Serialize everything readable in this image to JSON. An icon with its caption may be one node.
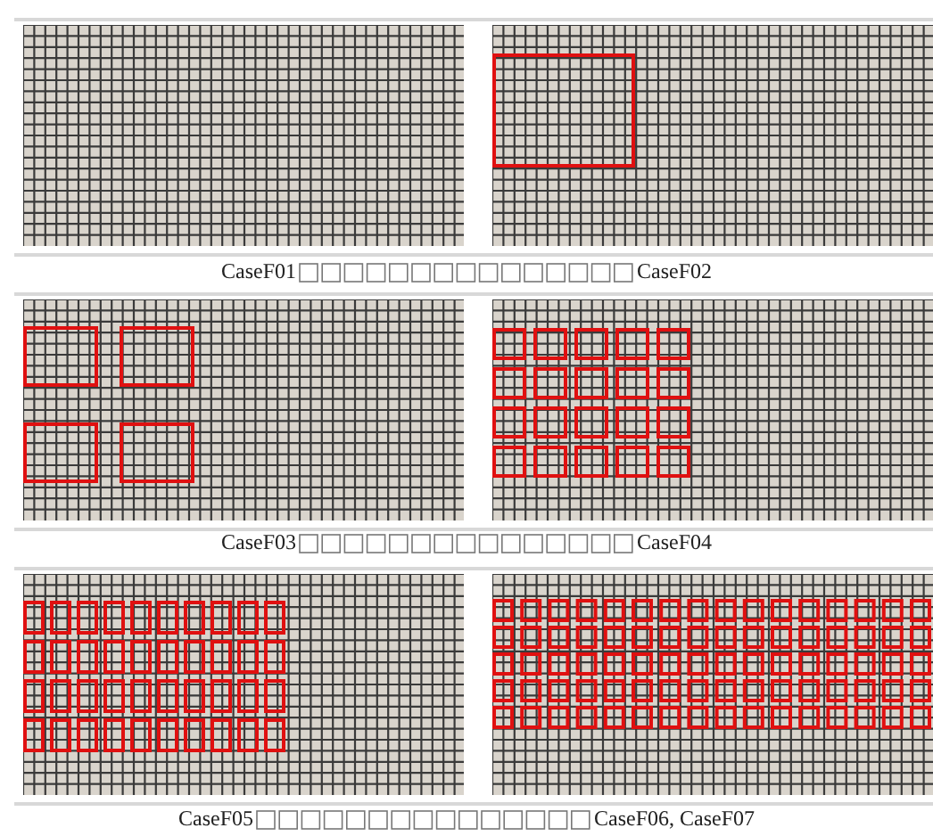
{
  "diagram": {
    "labels": [
      "CaseF01",
      "CaseF02",
      "CaseF03",
      "CaseF04",
      "CaseF05",
      "CaseF06, CaseF07"
    ]
  }
}
